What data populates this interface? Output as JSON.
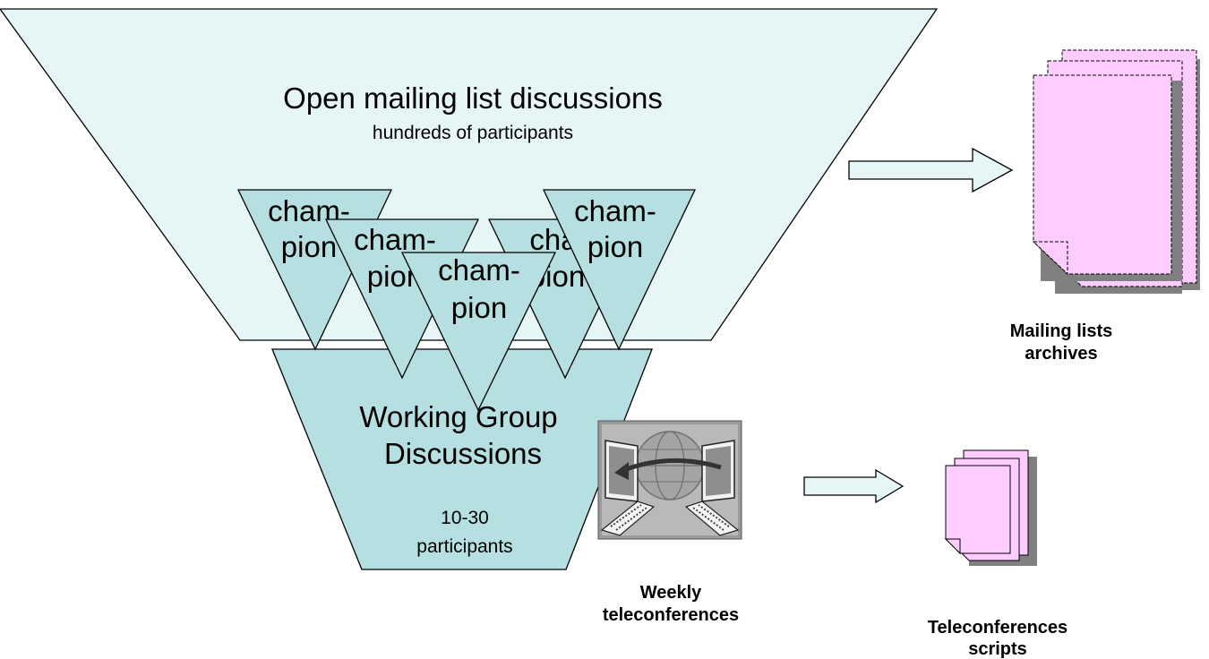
{
  "funnel_top": {
    "title": "Open mailing list discussions",
    "subtitle": "hundreds of participants"
  },
  "funnel_bottom": {
    "title_line1": "Working Group",
    "title_line2": "Discussions",
    "count_line1": "10-30",
    "count_line2": "participants"
  },
  "champions": [
    {
      "line1": "cham-",
      "line2": "pion"
    },
    {
      "line1": "cham-",
      "line2": "pion"
    },
    {
      "line1": "cha",
      "line2": "pion"
    },
    {
      "line1": "cham-",
      "line2": "pion"
    },
    {
      "line1": "cham-",
      "line2": "pion"
    }
  ],
  "teleconference_label": {
    "line1": "Weekly",
    "line2": "teleconferences"
  },
  "mailing_archives_label": {
    "line1": "Mailing lists",
    "line2": "archives"
  },
  "teleconference_scripts_label": {
    "line1": "Teleconferences",
    "line2": "scripts"
  },
  "icons": {
    "teleconference": "teleconference-computers-globe-icon",
    "mailing_archives": "document-stack-icon",
    "scripts": "document-stack-icon",
    "arrows": "right-arrow-icon"
  },
  "colors": {
    "funnel_top_fill": "#e6f5f5",
    "funnel_bottom_fill": "#b5dfe0",
    "champion_fill": "#b5dfe0",
    "document_fill": "#ffccff",
    "arrow_fill": "#e6f5f5",
    "shadow": "#808080"
  }
}
